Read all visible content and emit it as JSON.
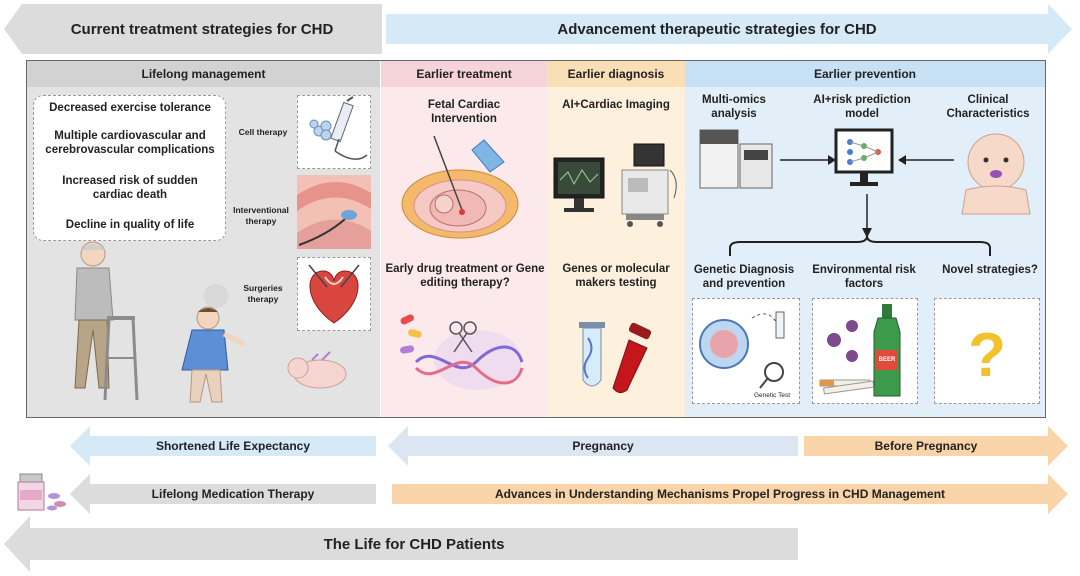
{
  "top": {
    "current": "Current treatment strategies for CHD",
    "advancement": "Advancement therapeutic strategies for CHD"
  },
  "lifelong": {
    "header": "Lifelong management",
    "items": [
      "Decreased exercise tolerance",
      "Multiple cardiovascular and cerebrovascular complications",
      "Increased risk of sudden cardiac death",
      "Decline in quality of life"
    ],
    "therapies": [
      "Cell therapy",
      "Interventional therapy",
      "Surgeries therapy"
    ]
  },
  "earlier_treatment": {
    "header": "Earlier treatment",
    "fetal": "Fetal Cardiac Intervention",
    "drug": "Early drug treatment or Gene editing therapy?"
  },
  "earlier_diagnosis": {
    "header": "Earlier diagnosis",
    "ai": "AI+Cardiac Imaging",
    "genes": "Genes or molecular makers testing"
  },
  "earlier_prevention": {
    "header": "Earlier prevention",
    "omics": "Multi-omics analysis",
    "ai_model": "AI+risk prediction model",
    "clinical": "Clinical Characteristics",
    "genetic": "Genetic Diagnosis and prevention",
    "env": "Environmental risk factors",
    "novel": "Novel strategies?",
    "genetic_test": "Genetic Test",
    "beer": "BEER"
  },
  "timeline": {
    "shortened": "Shortened Life Expectancy",
    "pregnancy": "Pregnancy",
    "before_pregnancy": "Before Pregnancy",
    "medication": "Lifelong Medication Therapy",
    "advances": "Advances in Understanding Mechanisms Propel Progress in CHD Management",
    "life": "The Life for CHD Patients"
  },
  "colors": {
    "gray_panel": "#e0e0e0",
    "gray_header": "#d0d0d0",
    "pink_panel": "#fbe7ea",
    "pink_header": "#f5cfd6",
    "peach_panel": "#fdf0dc",
    "peach_header": "#f9ddb3",
    "blue_panel": "#e1eef8",
    "blue_header": "#c4def2",
    "blue_arrow": "#d6e9f7",
    "orange_arrow": "#f9d4a8",
    "gray_arrow": "#dedede"
  }
}
